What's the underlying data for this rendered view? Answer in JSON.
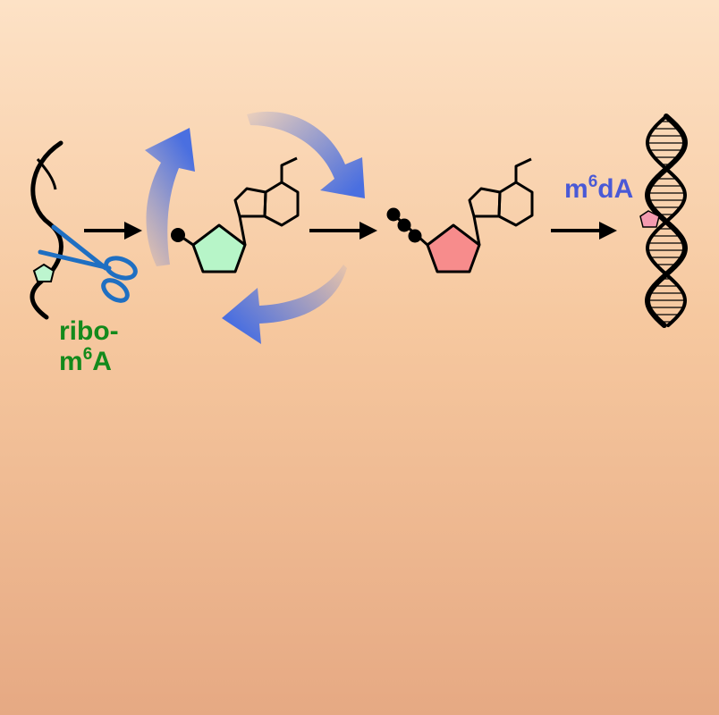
{
  "labels": {
    "ribo_line1": "ribo-",
    "ribo_line2_base": "m",
    "ribo_line2_sup": "6",
    "ribo_line2_tail": "A",
    "m6da_base": "m",
    "m6da_sup": "6",
    "m6da_tail": "dA"
  },
  "colors": {
    "ribo_text": "#138a1c",
    "m6da_text": "#4a59d6",
    "cycle_arrow": "#4a6fe0",
    "scissors": "#1f6fc2",
    "ribose_fill": "#b7f5c8",
    "deoxyribose_fill": "#f78c8c",
    "modified_base_marker": "#f49bb0",
    "rna_marker": "#bdf5cf",
    "ink": "#000000"
  },
  "icons": {
    "scissors": "scissors-icon",
    "phosphate_single": "phosphate-dot-icon",
    "phosphate_triple": "triphosphate-chain-icon",
    "rna_strand": "rna-strand-icon",
    "dna_helix": "dna-double-helix-icon"
  }
}
